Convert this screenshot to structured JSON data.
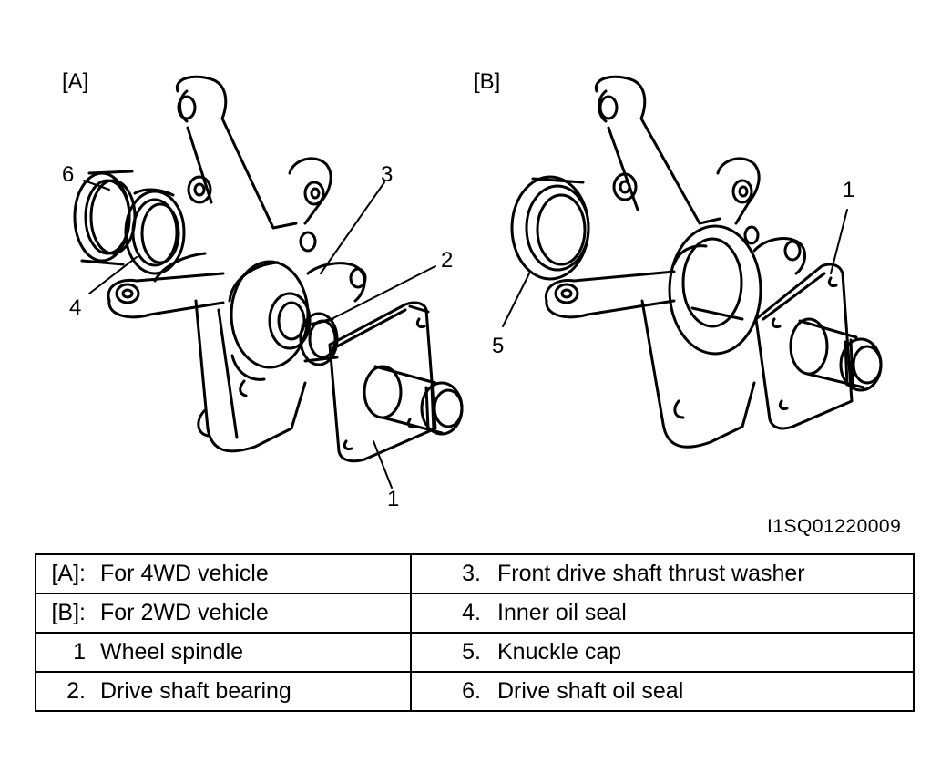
{
  "panels": [
    {
      "label": "[A]"
    },
    {
      "label": "[B]"
    }
  ],
  "callouts_a": [
    "6",
    "4",
    "3",
    "2",
    "1"
  ],
  "callouts_b": [
    "1",
    "5"
  ],
  "figure_code": "I1SQ01220009",
  "legend": [
    {
      "key_left": "[A]:",
      "text_left": "For 4WD vehicle",
      "key_right": "3.",
      "text_right": "Front drive shaft thrust washer"
    },
    {
      "key_left": "[B]:",
      "text_left": "For 2WD vehicle",
      "key_right": "4.",
      "text_right": "Inner oil seal"
    },
    {
      "key_left": "1",
      "text_left": "Wheel spindle",
      "key_right": "5.",
      "text_right": "Knuckle cap"
    },
    {
      "key_left": "2.",
      "text_left": "Drive shaft bearing",
      "key_right": "6.",
      "text_right": "Drive shaft oil seal"
    }
  ],
  "colors": {
    "ink": "#000000",
    "paper": "#ffffff"
  }
}
